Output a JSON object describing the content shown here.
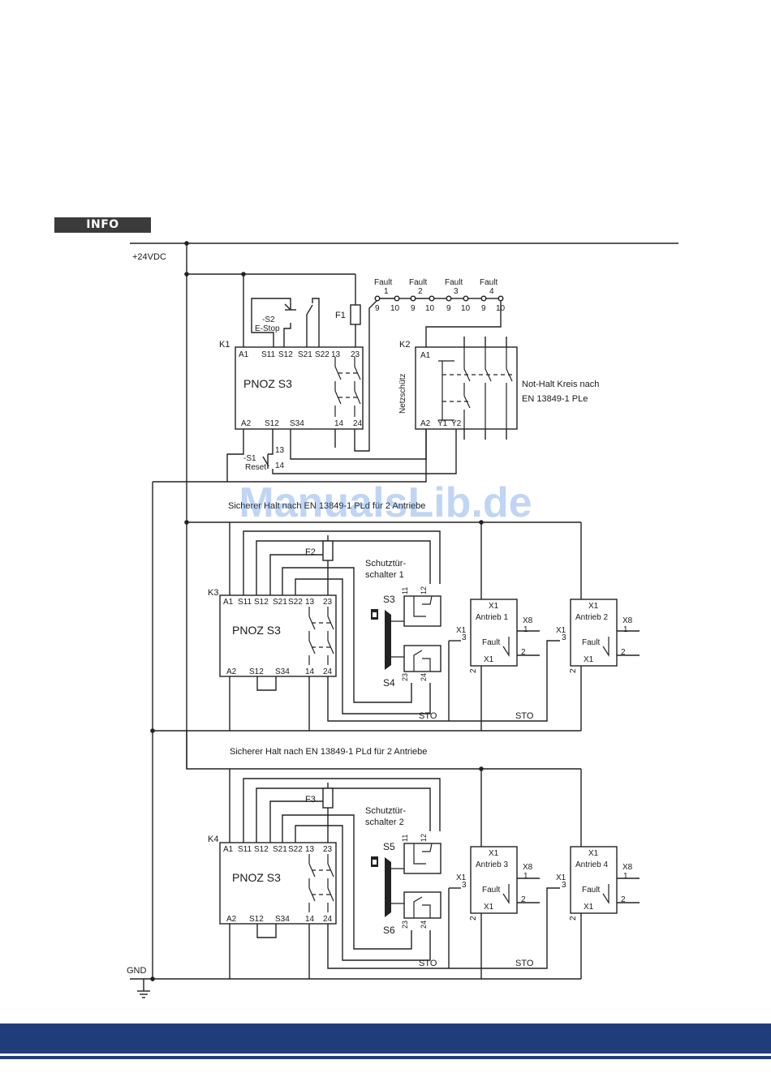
{
  "info_label": "INFO",
  "watermark": "ManualsLib.de",
  "colors": {
    "footer": "#1f3d7a",
    "badge": "#3b3b3b",
    "watermark": "#3d7fe0"
  },
  "supply": {
    "plus": "+24VDC",
    "gnd": "GND"
  },
  "top": {
    "k1": "K1",
    "k1_module": "PNOZ S3",
    "k1_top_pins": [
      "A1",
      "S11",
      "S12",
      "S21",
      "S22",
      "13",
      "23"
    ],
    "k1_bottom_pins": [
      "A2",
      "S12",
      "S34",
      "14",
      "24"
    ],
    "s2_name": "-S2",
    "s2_label": "E-Stop",
    "s1_name": "-S1",
    "s1_label": "Reset",
    "s1_pin13": "13",
    "s1_pin14": "14",
    "f1": "F1",
    "fault_label": "Fault",
    "fault_numbers": [
      "1",
      "2",
      "3",
      "4"
    ],
    "fault_pins": [
      "9",
      "10",
      "9",
      "10",
      "9",
      "10",
      "9",
      "10"
    ],
    "k2": "K2",
    "k2_vertical": "Netzschütz",
    "k2_top": "A1",
    "k2_bottom": [
      "A2",
      "Y1",
      "Y2"
    ],
    "estop_desc_1": "Not-Halt Kreis nach",
    "estop_desc_2": "EN 13849-1 PLe"
  },
  "sections": [
    {
      "title": "Sicherer Halt nach EN 13849-1 PLd für 2 Antriebe",
      "k": "K3",
      "module": "PNOZ S3",
      "fuse": "F2",
      "door_1": "Schutztür-",
      "door_2": "schalter 1",
      "s_a": "S3",
      "s_b": "S4",
      "drive_a": "Antrieb 1",
      "drive_b": "Antrieb 2"
    },
    {
      "title": "Sicherer Halt nach EN 13849-1 PLd für 2 Antriebe",
      "k": "K4",
      "module": "PNOZ S3",
      "fuse": "F3",
      "door_1": "Schutztür-",
      "door_2": "schalter 2",
      "s_a": "S5",
      "s_b": "S6",
      "drive_a": "Antrieb 3",
      "drive_b": "Antrieb 4"
    }
  ],
  "pnoz_top_pins": [
    "A1",
    "S11",
    "S12",
    "S21",
    "S22",
    "13",
    "23"
  ],
  "pnoz_bottom_pins": [
    "A2",
    "S12",
    "S34",
    "14",
    "24"
  ],
  "switch_pins_top": [
    "11",
    "12"
  ],
  "switch_pins_bottom": [
    "23",
    "24"
  ],
  "drive_labels": {
    "x1": "X1",
    "x8": "X8",
    "fault": "Fault",
    "pin1": "1",
    "pin2": "2",
    "pin3": "3"
  },
  "sto": "STO"
}
